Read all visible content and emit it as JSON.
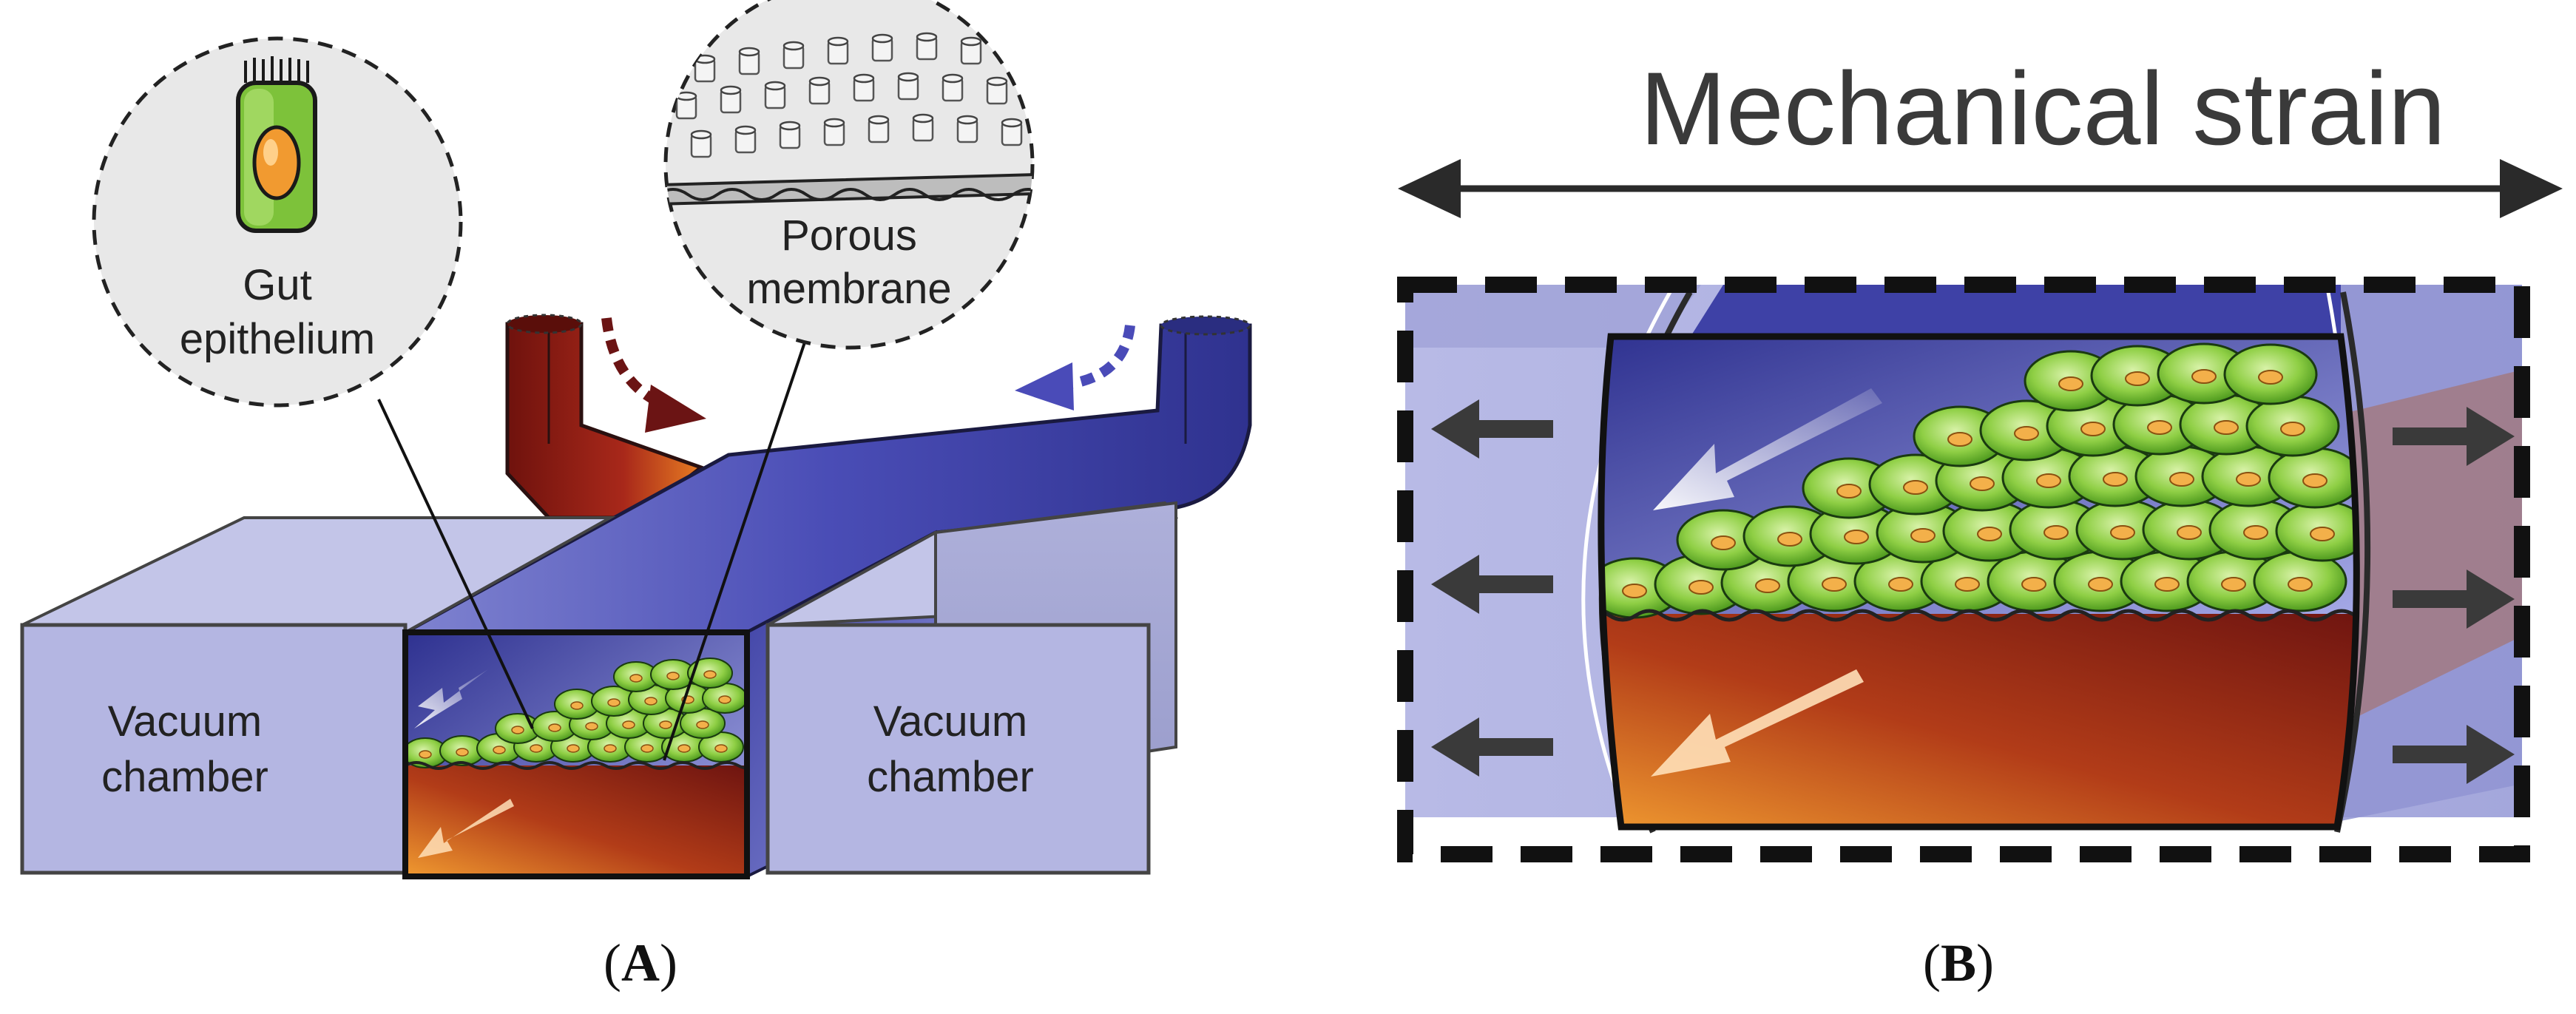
{
  "panel_a": {
    "callout_epithelium": [
      "Gut",
      "epithelium"
    ],
    "callout_membrane": [
      "Porous",
      "membrane"
    ],
    "vacuum_left": [
      "Vacuum",
      "chamber"
    ],
    "vacuum_right": [
      "Vacuum",
      "chamber"
    ],
    "caption_letter": "A"
  },
  "panel_b": {
    "title": "Mechanical strain",
    "caption_letter": "B"
  },
  "colors": {
    "channel_blue": "#3b3ea8",
    "channel_red": "#8a1a14",
    "channel_orange": "#e2781e",
    "vacuum_fill": "#b6b8e0",
    "cell_green": "#8ccc42",
    "nucleus_orange": "#f0a030",
    "callout_fill": "#e8e8e8"
  },
  "icons": [
    "dashed-arrow-in-icon",
    "dashed-arrow-out-icon",
    "flow-arrow-icon",
    "strain-double-arrow-icon",
    "stretch-arrow-icon"
  ]
}
